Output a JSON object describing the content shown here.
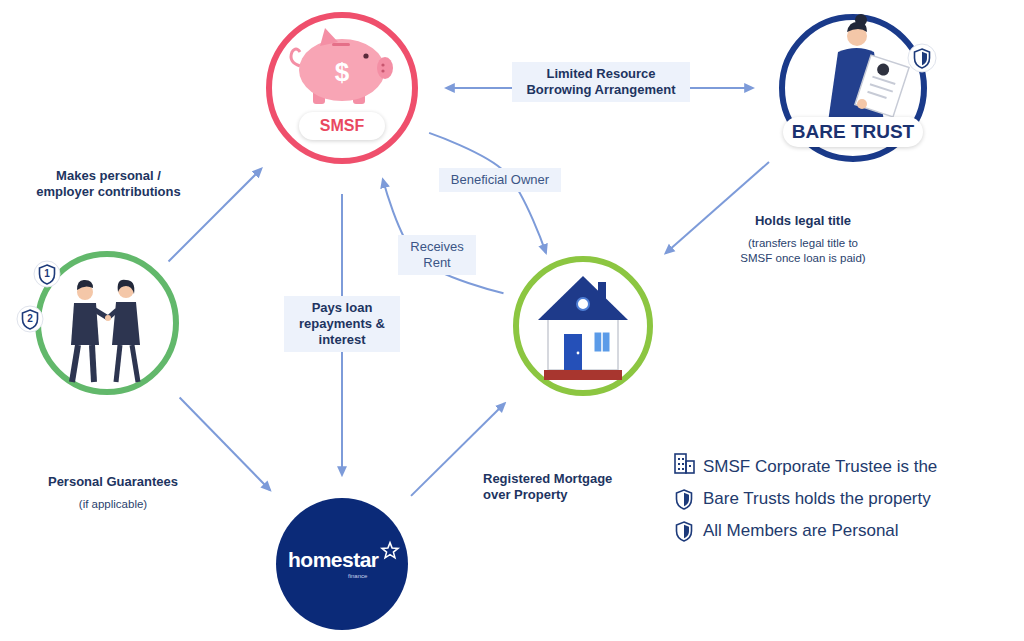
{
  "diagram": {
    "nodes": [
      {
        "text": [
          "$",
          "SMSF"
        ]
      },
      {
        "text": [
          "BARE TRUST"
        ]
      },
      {
        "text": [
          "1",
          "2"
        ]
      },
      {
        "text": []
      },
      {
        "text": [
          "homestar",
          "finance"
        ]
      }
    ],
    "edges": [
      {
        "from": 0,
        "to": 1,
        "arrow": "both",
        "label": "Limited Resource Borrowing Arrangement"
      },
      {
        "from": 2,
        "to": 0,
        "arrow": "to",
        "label": "Makes personal / employer contributions"
      },
      {
        "from": 0,
        "to": 3,
        "arrow": "to",
        "label": "Beneficial Owner"
      },
      {
        "from": 3,
        "to": 0,
        "arrow": "to",
        "label": "Receives Rent"
      },
      {
        "from": 0,
        "to": 4,
        "arrow": "to",
        "label": "Pays loan repayments & interest"
      },
      {
        "from": 1,
        "to": 3,
        "arrow": "to",
        "label": "Holds legal title"
      },
      {
        "from": 2,
        "to": 4,
        "arrow": "to",
        "label": "Personal Guarantees"
      },
      {
        "from": 4,
        "to": 3,
        "arrow": "to",
        "label": "Registered Mortgage over Property"
      }
    ],
    "labels": [
      "(transfers legal title to SMSF once loan is paid)",
      "(if applicable)"
    ],
    "legend": [
      {
        "text": "SMSF Corporate Trustee is the"
      },
      {
        "text": "Bare Trusts holds the property"
      },
      {
        "text": "All Members are Personal"
      }
    ]
  }
}
